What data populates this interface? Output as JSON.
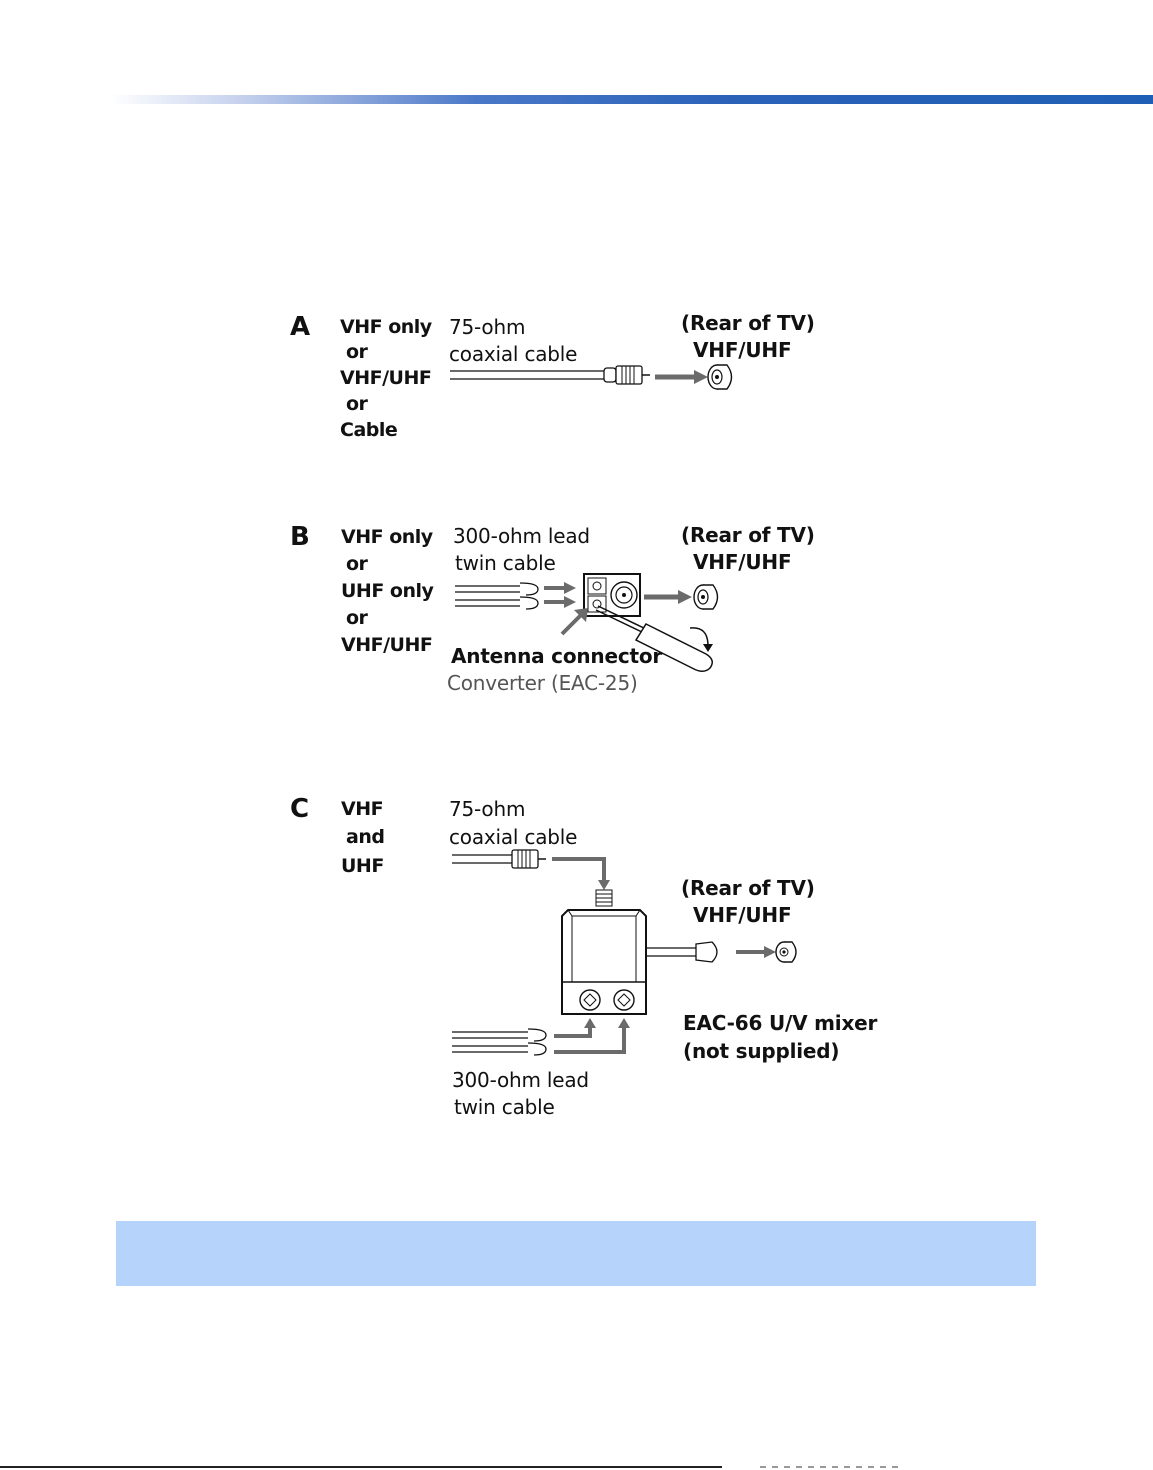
{
  "colors": {
    "header_bar": "#1f5fb5",
    "bottom_band": "#b6d4fb",
    "arrow_gray": "#6b6b6b"
  },
  "figure_a": {
    "letter": "A",
    "source": [
      "VHF only",
      "or",
      "VHF/UHF",
      "or",
      "Cable"
    ],
    "cable_label": [
      "75-ohm",
      "coaxial  cable"
    ],
    "tv_label": [
      "(Rear of TV)",
      "VHF/UHF"
    ]
  },
  "figure_b": {
    "letter": "B",
    "source": [
      "VHF only",
      "or",
      "UHF only",
      "or",
      "VHF/UHF"
    ],
    "cable_label": [
      "300-ohm lead",
      "twin cable"
    ],
    "tv_label": [
      "(Rear of TV)",
      "VHF/UHF"
    ],
    "connector_label": "Antenna connector",
    "converter_label": "Converter (EAC-25)"
  },
  "figure_c": {
    "letter": "C",
    "source": [
      "VHF",
      "and",
      "UHF"
    ],
    "coax_label": [
      "75-ohm",
      "coaxial  cable"
    ],
    "tv_label": [
      "(Rear of TV)",
      "VHF/UHF"
    ],
    "mixer_label": [
      "EAC-66 U/V mixer",
      "(not supplied)"
    ],
    "twin_label": [
      "300-ohm  lead",
      "twin cable"
    ]
  }
}
